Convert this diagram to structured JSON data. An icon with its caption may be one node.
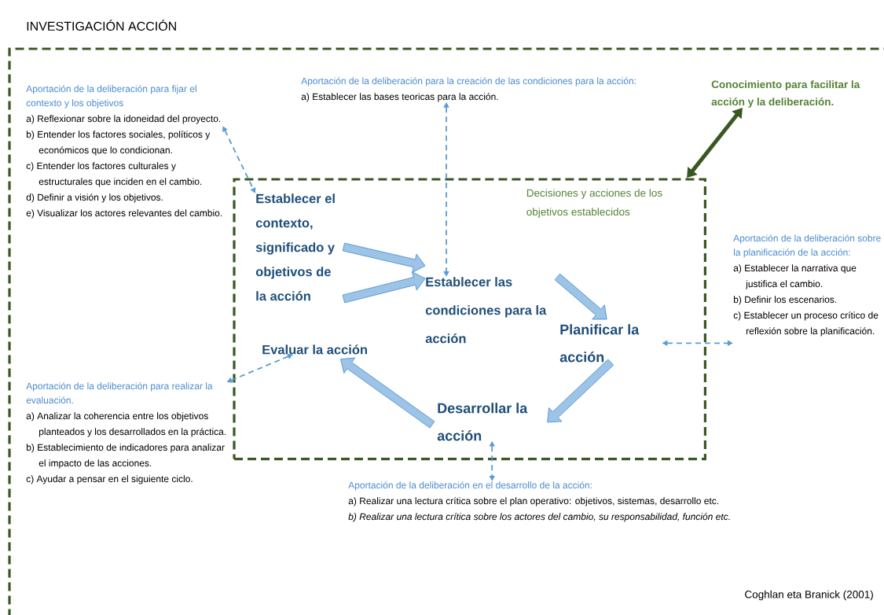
{
  "diagram": {
    "title": "INVESTIGACIÓN ACCIÓN",
    "nodes": [
      {
        "text": [],
        "shape": "box"
      },
      {
        "text": [
          "Decisiones y acciones de los objetivos establecidos"
        ],
        "in": 0
      },
      {
        "text": [
          "Establecer el contexto, significado y objetivos de la acción"
        ],
        "in": 1
      },
      {
        "text": [
          "Establecer las condiciones para la acción"
        ],
        "in": 1
      },
      {
        "text": [
          "Planificar la acción"
        ],
        "in": 1
      },
      {
        "text": [
          "Desarrollar la acción"
        ],
        "in": 1
      },
      {
        "text": [
          "Evaluar la acción"
        ],
        "in": 1
      },
      {
        "text": [
          "Aportación de  la deliberación para fijar el contexto y los objetivos",
          "a) Reflexionar sobre la idoneidad del proyecto.",
          "b) Entender los factores sociales, políticos y económicos que lo condicionan.",
          "c) Entender los factores culturales y estructurales que inciden en el cambio.",
          "d) Definir  a visión y los objetivos.",
          "e) Visualizar  los actores relevantes del cambio."
        ],
        "in": 0
      },
      {
        "text": [
          "Aportación de la deliberación para la creación de las condiciones para la acción:",
          "a) Establecer las bases teoricas para la acción."
        ],
        "in": 0
      },
      {
        "text": [
          "Conocimiento para facilitar la acción y la deliberación."
        ],
        "in": 0
      },
      {
        "text": [
          "Aportación de la deliberación sobre la planificación de la acción:",
          "a) Establecer la narrativa que justifica el cambio.",
          "b) Definir los escenarios.",
          "c) Establecer un proceso crítico de reflexión sobre la planificación."
        ],
        "in": 0
      },
      {
        "text": [
          "Aportación de la deliberación para realizar la evaluación.",
          "a) Analizar la coherencia entre los objetivos planteados y los desarrollados en la práctica.",
          "b) Establecimiento de indicadores para analizar el impacto de las acciones.",
          "c) Ayudar a pensar en el  siguiente ciclo."
        ],
        "in": 0
      },
      {
        "text": [
          "Aportación de la deliberación en el desarrollo de la acción:",
          "a) Realizar una lectura crítica sobre el plan operativo: objetivos, sistemas, desarrollo etc.",
          "b) Realizar una lectura crítica sobre los actores del cambio, su responsabilidad, función etc."
        ],
        "in": 0
      }
    ],
    "edges": [
      {
        "from": 2,
        "to": 3,
        "arrow": "to"
      },
      {
        "from": 2,
        "to": 3,
        "arrow": "to"
      },
      {
        "from": 3,
        "to": 4,
        "arrow": "to"
      },
      {
        "from": 4,
        "to": 5,
        "arrow": "to"
      },
      {
        "from": 5,
        "to": 6,
        "arrow": "to"
      },
      {
        "from": 7,
        "to": 2,
        "arrow": "both",
        "style": "dashed",
        "color": "#5b9bd5"
      },
      {
        "from": 8,
        "to": 3,
        "arrow": "both",
        "style": "dashed",
        "color": "#5b9bd5"
      },
      {
        "from": 4,
        "to": 10,
        "arrow": "both",
        "style": "dashed",
        "color": "#5b9bd5"
      },
      {
        "from": 5,
        "to": 12,
        "arrow": "both",
        "style": "dashed",
        "color": "#5b9bd5"
      },
      {
        "from": 6,
        "to": 11,
        "arrow": "both",
        "style": "dashed",
        "color": "#5b9bd5"
      },
      {
        "from": 9,
        "to": 1,
        "arrow": "both",
        "style": "thick",
        "color": "#385723"
      }
    ],
    "labels": [
      "Coghlan eta Branick (2001)"
    ]
  }
}
